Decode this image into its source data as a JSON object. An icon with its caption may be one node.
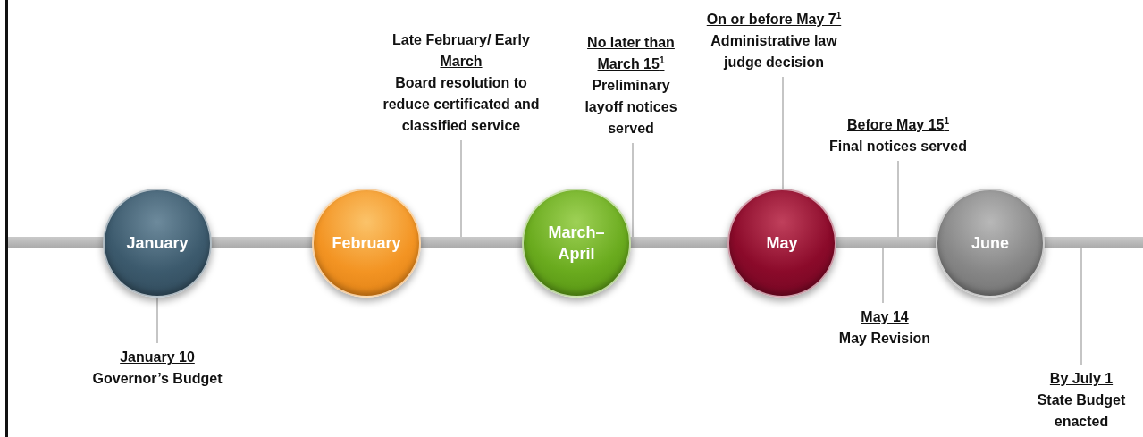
{
  "diagram": {
    "nodes": [
      {
        "text": [],
        "shape": "bar"
      },
      {
        "text": [
          "January"
        ]
      },
      {
        "text": [
          "February"
        ]
      },
      {
        "text": [
          "March– April"
        ]
      },
      {
        "text": [
          "May"
        ]
      },
      {
        "text": [
          "June"
        ]
      },
      {
        "text": [
          "Late February/ Early March",
          "Board resolution to reduce certificated and classified service"
        ]
      },
      {
        "text": [
          "No later than March 15$^{1}$",
          "Preliminary layoff notices served"
        ]
      },
      {
        "text": [
          "On or before May 7$^{1}$",
          "Administrative law judge decision"
        ]
      },
      {
        "text": [
          "Before May 15$^{1}$",
          "Final notices served"
        ]
      },
      {
        "text": [
          "January 10",
          "Governor’s Budget"
        ]
      },
      {
        "text": [
          "May 14",
          "May Revision"
        ]
      },
      {
        "text": [
          "By July 1",
          "State Budget enacted"
        ]
      }
    ],
    "edges": [
      {
        "from": 6,
        "to": 0,
        "arrow": "none"
      },
      {
        "from": 7,
        "to": 0,
        "arrow": "none"
      },
      {
        "from": 8,
        "to": 4,
        "arrow": "none"
      },
      {
        "from": 9,
        "to": 0,
        "arrow": "none"
      },
      {
        "from": 10,
        "to": 1,
        "arrow": "none"
      },
      {
        "from": 11,
        "to": 0,
        "arrow": "none"
      },
      {
        "from": 12,
        "to": 0,
        "arrow": "none"
      }
    ]
  }
}
